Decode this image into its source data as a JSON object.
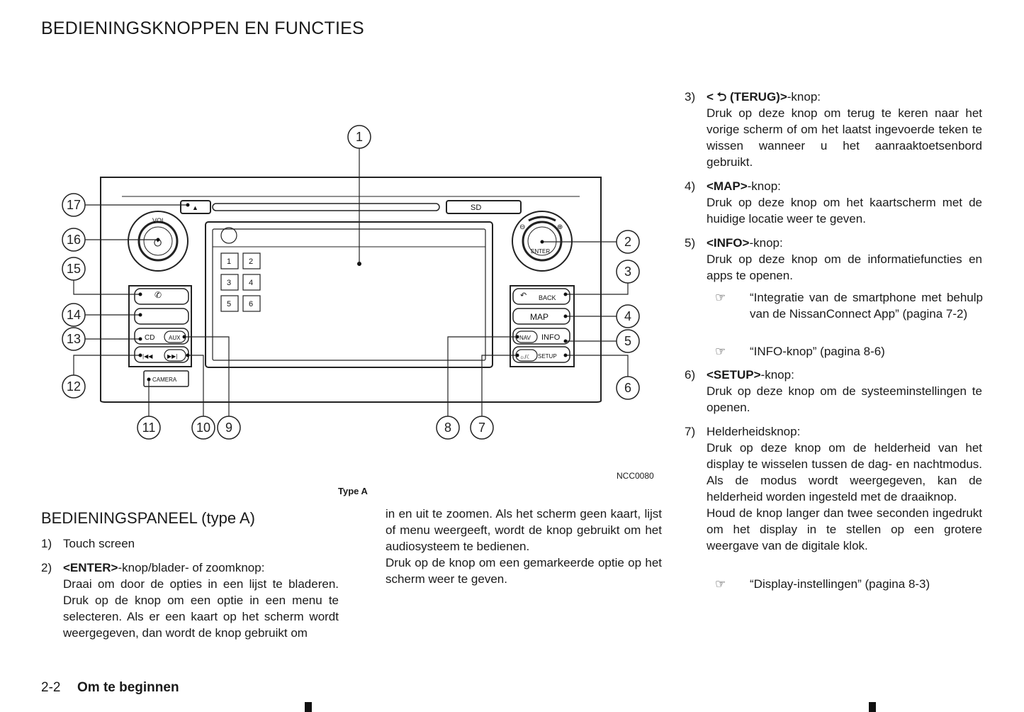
{
  "page_title": "BEDIENINGSKNOPPEN EN FUNCTIES",
  "figure": {
    "code": "NCC0080",
    "caption": "Type A",
    "labels": {
      "vol": "VOL",
      "enter": "ENTER",
      "back": "BACK",
      "map": "MAP",
      "nav": "NAV",
      "info": "INFO",
      "setup": "SETUP",
      "cd": "CD",
      "aux": "AUX",
      "camera": "CAMERA",
      "preset1": "1",
      "preset2": "2",
      "preset3": "3",
      "preset4": "4",
      "preset5": "5",
      "preset6": "6"
    },
    "callouts": {
      "c1": "1",
      "c2": "2",
      "c3": "3",
      "c4": "4",
      "c5": "5",
      "c6": "6",
      "c7": "7",
      "c8": "8",
      "c9": "9",
      "c10": "10",
      "c11": "11",
      "c12": "12",
      "c13": "13",
      "c14": "14",
      "c15": "15",
      "c16": "16",
      "c17": "17"
    }
  },
  "section_title": "BEDIENINGSPANEEL (type A)",
  "items": {
    "i1": {
      "num": "1)",
      "text": "Touch screen"
    },
    "i2": {
      "num": "2)",
      "heading": "<ENTER>",
      "heading_rest": "-knop/blader- of zoomknop:",
      "col1": "Draai om door de opties in een lijst te bladeren. Druk op de knop om een optie in een menu te selecteren. Als er een kaart op het scherm wordt weergegeven, dan wordt de knop gebruikt om",
      "col2a": "in en uit te zoomen. Als het scherm geen kaart, lijst of menu weergeeft, wordt de knop gebruikt om het audiosysteem te bedienen.",
      "col2b": "Druk op de knop om een gemarkeerde optie op het scherm weer te geven."
    },
    "i3": {
      "num": "3)",
      "heading_pre": "<",
      "heading": "(TERUG)>",
      "heading_rest": "-knop:",
      "text": "Druk op deze knop om terug te keren naar het vorige scherm of om het laatst ingevoerde teken te wissen wanneer u het aanraaktoetsenbord gebruikt."
    },
    "i4": {
      "num": "4)",
      "heading": "<MAP>",
      "heading_rest": "-knop:",
      "text": "Druk op deze knop om het kaartscherm met de huidige locatie weer te geven."
    },
    "i5": {
      "num": "5)",
      "heading": "<INFO>",
      "heading_rest": "-knop:",
      "text": "Druk op deze knop om de informatiefuncties en apps te openen.",
      "ref1": "“Integratie van de smartphone met behulp van de NissanConnect App” (pagina 7-2)",
      "ref2": "“INFO-knop” (pagina 8-6)"
    },
    "i6": {
      "num": "6)",
      "heading": "<SETUP>",
      "heading_rest": "-knop:",
      "text": "Druk op deze knop om de systeeminstellingen te openen."
    },
    "i7": {
      "num": "7)",
      "heading": "Helderheidsknop:",
      "text1": "Druk op deze knop om de helderheid van het display te wisselen tussen de dag- en nachtmodus. Als de modus wordt weergegeven, kan de helderheid worden ingesteld met de draaiknop.",
      "text2": "Houd de knop langer dan twee seconden ingedrukt om het display in te stellen op een grotere weergave van de digitale klok.",
      "ref": "“Display-instellingen” (pagina 8-3)"
    }
  },
  "footer": {
    "page_number": "2-2",
    "section": "Om te beginnen"
  }
}
